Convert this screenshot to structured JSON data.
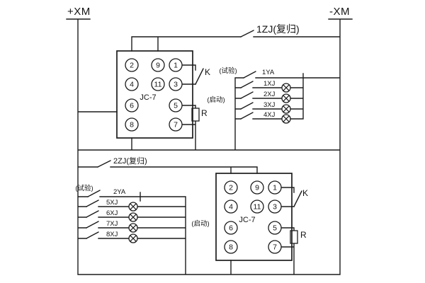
{
  "buses": {
    "plus": "+XM",
    "minus": "-XM"
  },
  "relays": [
    {
      "model": "JC-7",
      "reset_label": "1ZJ(复归)",
      "contact_label": "K",
      "resistor_label": "R",
      "terminals": [
        "2",
        "9",
        "1",
        "4",
        "11",
        "3",
        "6",
        "5",
        "8",
        "7"
      ]
    },
    {
      "model": "JC-7",
      "reset_label": "2ZJ(复归)",
      "contact_label": "K",
      "resistor_label": "R",
      "terminals": [
        "2",
        "9",
        "1",
        "4",
        "11",
        "3",
        "6",
        "5",
        "8",
        "7"
      ]
    }
  ],
  "test_groups": [
    {
      "test_label": "(试验)",
      "start_label": "(启动)",
      "feed_label": "1YA",
      "lamp_rows": [
        "1XJ",
        "2XJ",
        "3XJ",
        "4XJ"
      ]
    },
    {
      "test_label": "(试验)",
      "start_label": "(启动)",
      "feed_label": "2YA",
      "lamp_rows": [
        "5XJ",
        "6XJ",
        "7XJ",
        "8XJ"
      ]
    }
  ]
}
